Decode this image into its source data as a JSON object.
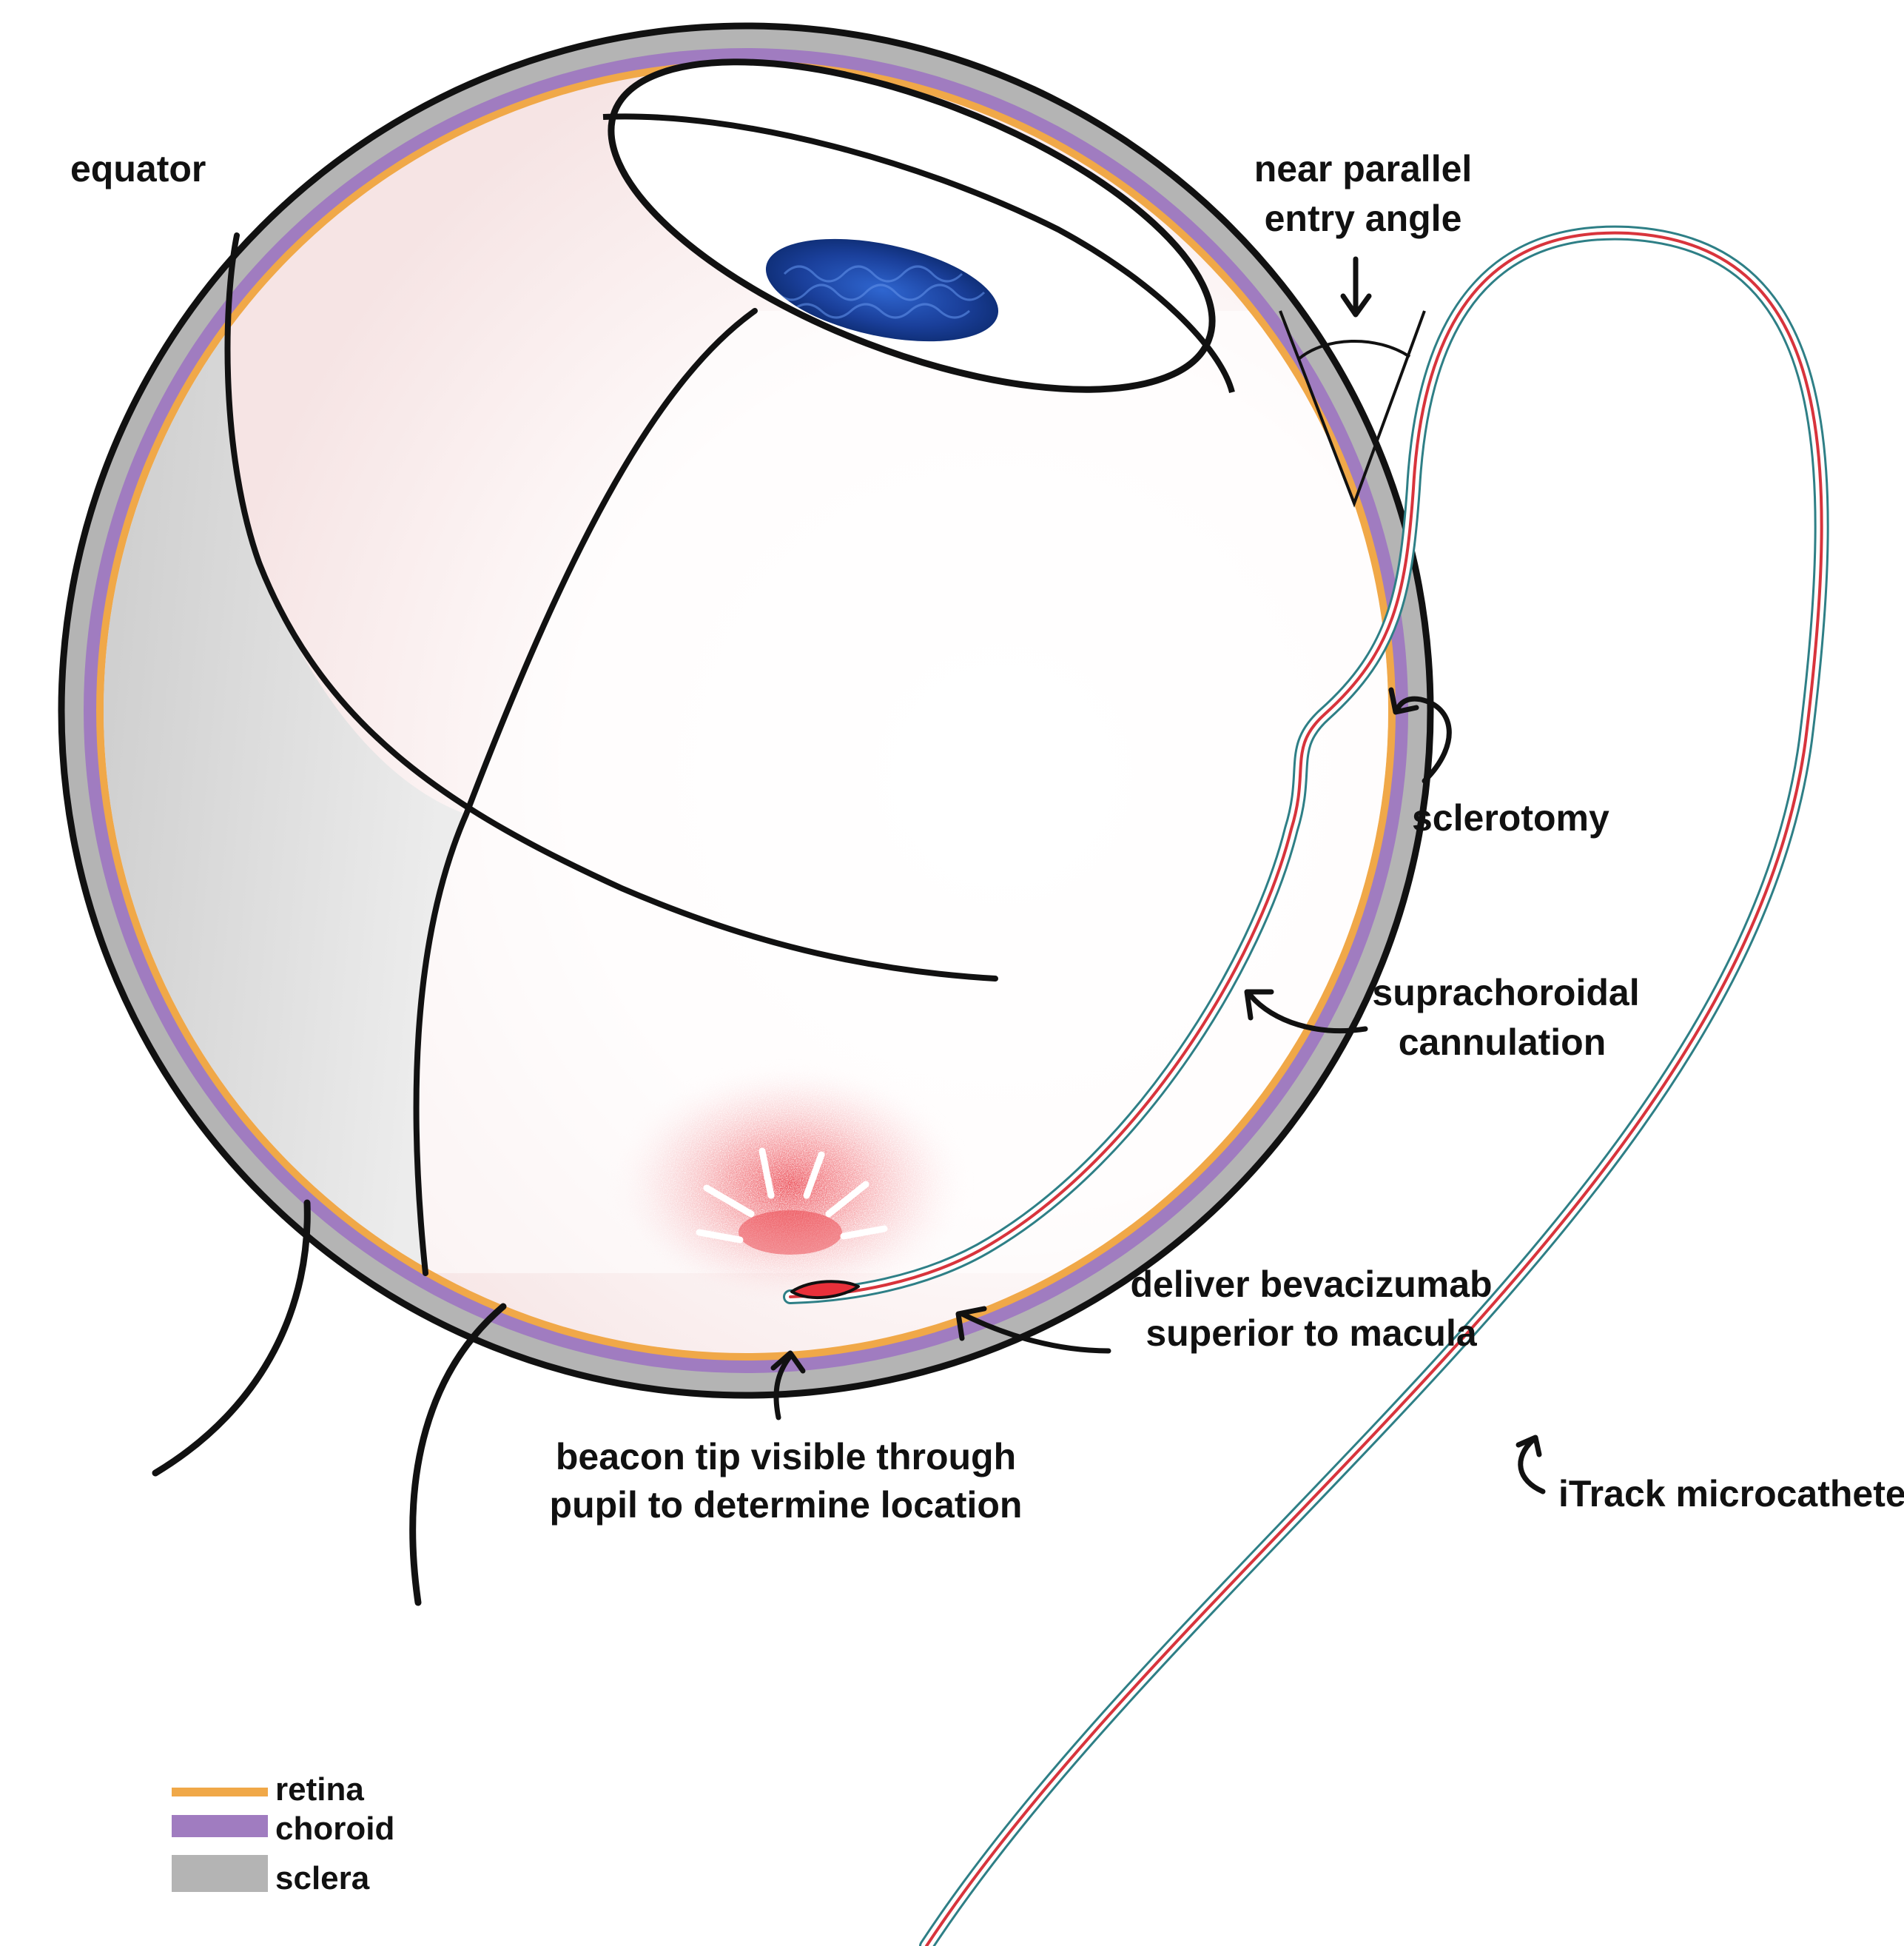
{
  "labels": {
    "equator": "equator",
    "entry_angle_line1": "near parallel",
    "entry_angle_line2": "entry angle",
    "sclerotomy": "sclerotomy",
    "cannulation_line1": "suprachoroidal",
    "cannulation_line2": "cannulation",
    "deliver_line1": "deliver bevacizumab",
    "deliver_line2": "superior to macula",
    "beacon_line1": "beacon tip visible through",
    "beacon_line2": "pupil to determine location",
    "catheter": "iTrack microcatheter"
  },
  "legend": [
    {
      "label": "retina",
      "color": "#f0a848"
    },
    {
      "label": "choroid",
      "color": "#a07cc0"
    },
    {
      "label": "sclera",
      "color": "#b4b4b4"
    }
  ],
  "colors": {
    "sclera": "#b4b4b4",
    "choroid": "#a07cc0",
    "retina": "#f0a848",
    "outline": "#111111",
    "iris": "#1e4aa8",
    "beacon": "#e8303a",
    "catheter_outer": "#2e7f86",
    "catheter_inner": "#d8343c"
  }
}
